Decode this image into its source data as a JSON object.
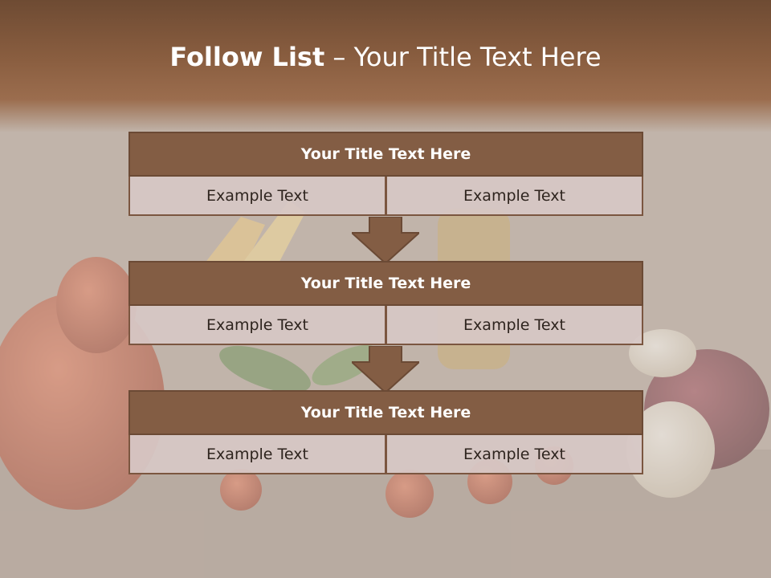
{
  "title": {
    "lead": "Follow List",
    "rest": "– Your Title Text Here"
  },
  "blocks": [
    {
      "title": "Your Title Text Here",
      "cells": [
        "Example Text",
        "Example Text"
      ]
    },
    {
      "title": "Your Title Text Here",
      "cells": [
        "Example Text",
        "Example Text"
      ]
    },
    {
      "title": "Your Title Text Here",
      "cells": [
        "Example Text",
        "Example Text"
      ]
    }
  ],
  "colors": {
    "header": "#8a5e40",
    "block_title": "#835d44",
    "cell": "#d7c8c6",
    "arrow": "#835d44"
  }
}
